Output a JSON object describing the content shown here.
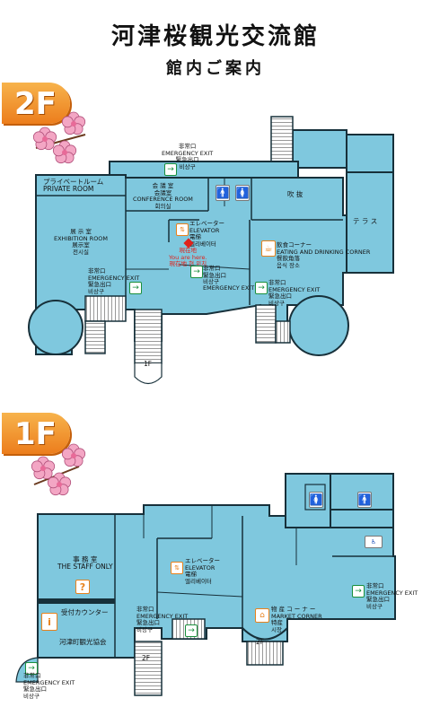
{
  "header": {
    "title": "河津桜観光交流館",
    "subtitle": "館内ご案内"
  },
  "floor2": {
    "badge": "2F",
    "private_room": {
      "jp": "プライベートルーム",
      "en": "PRIVATE ROOM"
    },
    "conference": {
      "jp": "会 議 室",
      "kr1": "会議室",
      "en": "CONFERENCE ROOM",
      "kr2": "회의실"
    },
    "exhibition": {
      "jp": "展 示 室",
      "en": "EXHIBITION ROOM",
      "kr1": "展示室",
      "kr2": "전시실"
    },
    "atrium": "吹 抜",
    "terrace": "テ ラ ス",
    "elevator": {
      "jp": "エレベーター",
      "en": "ELEVATOR",
      "kr1": "電梯",
      "kr2": "엘리베이터"
    },
    "here": {
      "jp": "現在地",
      "en": "You are here.",
      "zh": "現在地",
      "kr": "현 위치"
    },
    "dining": {
      "jp": "飲食コーナー",
      "en": "EATING AND DRINKING CORNER",
      "zh": "餐飲角落",
      "kr": "음식 장소"
    },
    "exit_top": {
      "jp": "非常口",
      "en": "EMERGENCY EXIT",
      "zh": "緊急出口",
      "kr": "비상구"
    },
    "exit_left": {
      "jp": "非常口",
      "en": "EMERGENCY EXIT",
      "zh": "緊急出口",
      "kr": "비상구"
    },
    "exit_mid": {
      "jp": "非常口",
      "en": "EMERGENCY EXIT",
      "zh": "緊急出口",
      "kr": "비상구"
    },
    "exit_right": {
      "jp": "非常口",
      "en": "EMERGENCY EXIT",
      "zh": "緊急出口",
      "kr": "비상구"
    },
    "stair_label": "1F"
  },
  "floor1": {
    "badge": "1F",
    "office": {
      "jp": "事 務 室",
      "en": "THE STAFF ONLY"
    },
    "reception": "受付カウンター",
    "association": "河津町観光協会",
    "elevator": {
      "jp": "エレベーター",
      "en": "ELEVATOR",
      "kr1": "電梯",
      "kr2": "엘리베이터"
    },
    "market": {
      "jp": "物 産 コ ー ナ ー",
      "en": "MARKET CORNER",
      "zh": "特産",
      "kr": "시장"
    },
    "exit_mid": {
      "jp": "非常口",
      "en": "EMERGENCY EXIT",
      "zh": "緊急出口",
      "kr": "비상구"
    },
    "exit_right": {
      "jp": "非常口",
      "en": "EMERGENCY EXIT",
      "zh": "緊急出口",
      "kr": "비상구"
    },
    "exit_left": {
      "jp": "非常口",
      "en": "EMERGENCY EXIT",
      "zh": "緊急出口",
      "kr": "비상구"
    },
    "stair_label_a": "2F",
    "stair_label_b": "2F"
  },
  "colors": {
    "room": "#7fc8de",
    "wall": "#17303a",
    "badge": "#ec7d1c",
    "blossom": "#f3a6c4"
  }
}
